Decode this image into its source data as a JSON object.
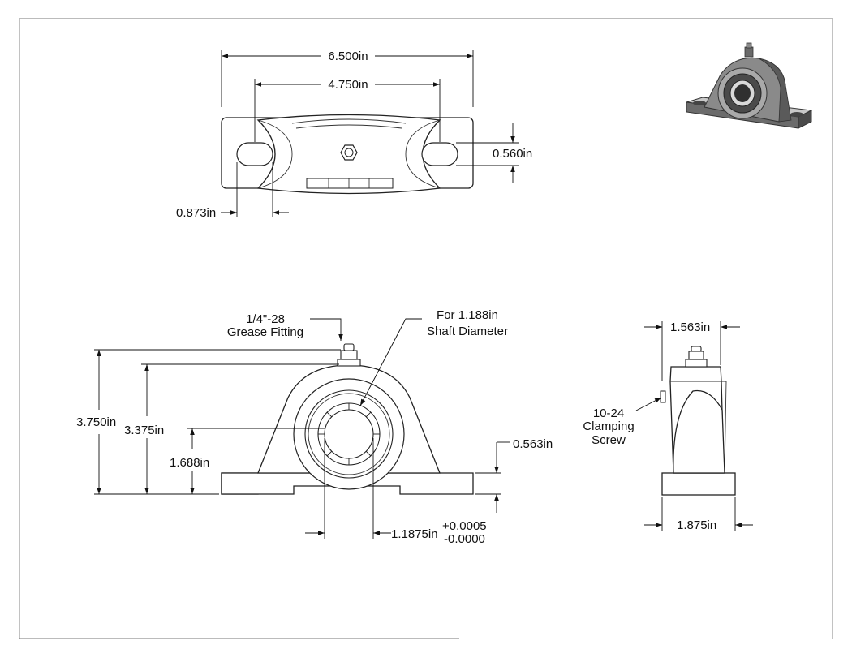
{
  "drawing": {
    "top_view": {
      "overall_length": "6.500in",
      "bolt_center_distance": "4.750in",
      "slot_width": "0.560in",
      "slot_length": "0.873in"
    },
    "front_view": {
      "grease_fitting": [
        "1/4\"-28",
        "Grease Fitting"
      ],
      "shaft_note": [
        "For 1.188in",
        "Shaft Diameter"
      ],
      "overall_height": "3.750in",
      "housing_height": "3.375in",
      "center_height": "1.688in",
      "base_thickness": "0.563in",
      "bore_diameter": "1.1875in",
      "tolerance_plus": "+0.0005",
      "tolerance_minus": "-0.0000"
    },
    "side_view": {
      "top_width": "1.563in",
      "base_width": "1.875in",
      "clamping_screw": [
        "10-24",
        "Clamping",
        "Screw"
      ]
    },
    "colors": {
      "line": "#222222",
      "iso_dark": "#4a4a4a",
      "iso_mid": "#8a8a8a",
      "iso_light": "#c8c8c8"
    }
  }
}
